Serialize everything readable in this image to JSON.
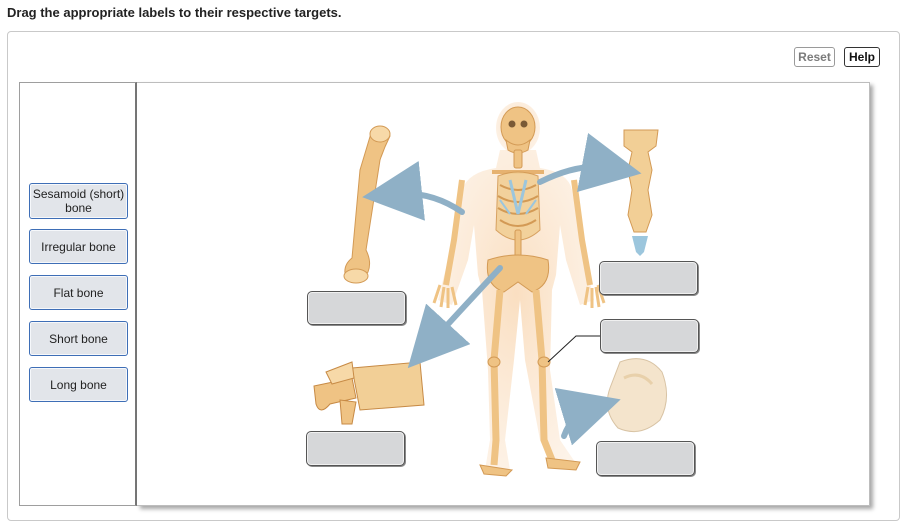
{
  "instructions": "Drag the appropriate labels to their respective targets.",
  "toolbar": {
    "reset_label": "Reset",
    "help_label": "Help"
  },
  "labels": [
    {
      "text": "Sesamoid (short) bone"
    },
    {
      "text": "Irregular bone"
    },
    {
      "text": "Flat bone"
    },
    {
      "text": "Short bone"
    },
    {
      "text": "Long bone"
    }
  ],
  "colors": {
    "bone": "#e9b874",
    "bone_light": "#f7d9a8",
    "arrow": "#8fb0c6",
    "chip_border": "#3e6eb6",
    "target_fill": "#d6d7d9",
    "cartilage": "#9cc6dd"
  }
}
